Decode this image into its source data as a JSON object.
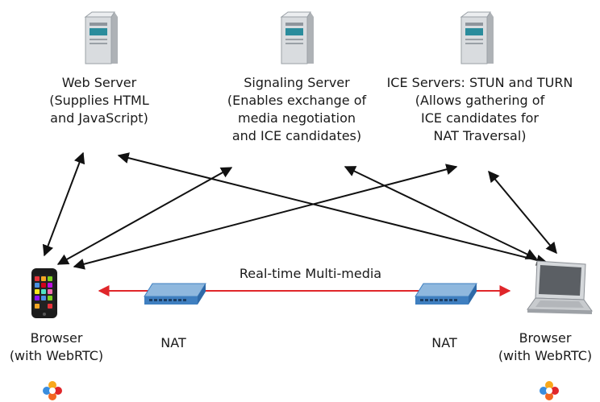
{
  "servers": {
    "web": {
      "lines": [
        "Web Server",
        "(Supplies HTML",
        "and JavaScript)"
      ]
    },
    "signaling": {
      "lines": [
        "Signaling Server",
        "(Enables exchange of",
        "media negotiation",
        "and ICE candidates)"
      ]
    },
    "ice": {
      "lines": [
        "ICE Servers: STUN and TURN",
        "(Allows gathering of",
        "ICE candidates for",
        "NAT Traversal)"
      ]
    }
  },
  "clients": {
    "left": {
      "lines": [
        "Browser",
        "(with WebRTC)"
      ]
    },
    "right": {
      "lines": [
        "Browser",
        "(with WebRTC)"
      ]
    }
  },
  "nat": {
    "left_label": "NAT",
    "right_label": "NAT"
  },
  "media_link": {
    "label": "Real-time Multi-media",
    "color": "#e0262a"
  },
  "colors": {
    "arrow": "#111111",
    "router": "#3f7fc0",
    "server": "#c9ccd0"
  }
}
